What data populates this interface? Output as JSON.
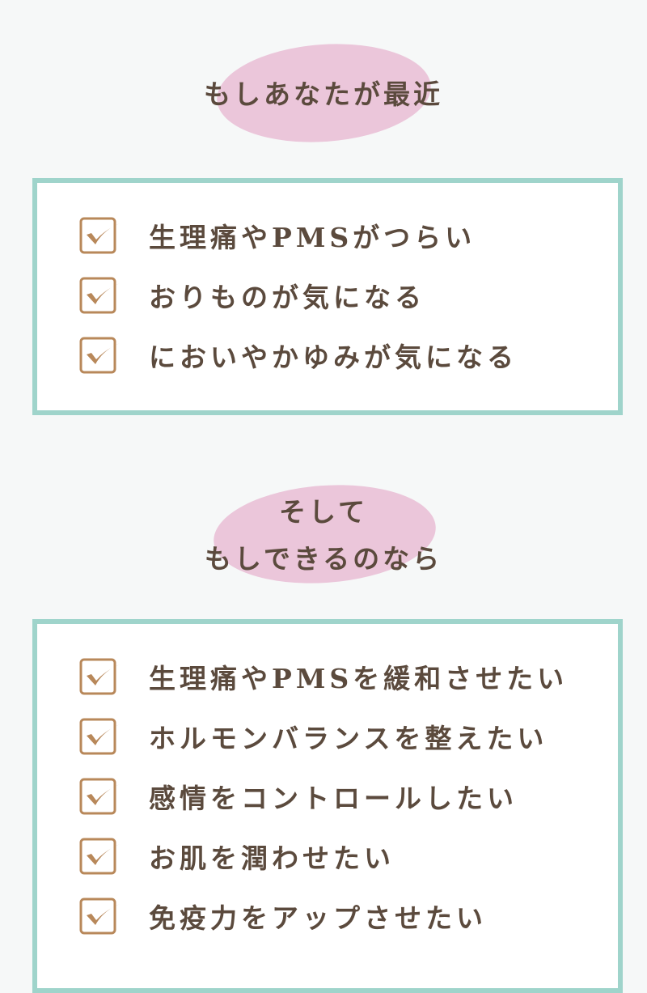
{
  "section1": {
    "heading": "もしあなたが最近",
    "items": [
      "生理痛やPMSがつらい",
      "おりものが気になる",
      "においやかゆみが気になる"
    ]
  },
  "section2": {
    "heading_line1": "そして",
    "heading_line2": "もしできるのなら",
    "items": [
      "生理痛やPMSを緩和させたい",
      "ホルモンバランスを整えたい",
      "感情をコントロールしたい",
      "お肌を潤わせたい",
      "免疫力をアップさせたい"
    ]
  },
  "colors": {
    "accent_border": "#9fd4cb",
    "brush": "#ebc6da",
    "check": "#b8885a",
    "text": "#5b4a3d"
  }
}
